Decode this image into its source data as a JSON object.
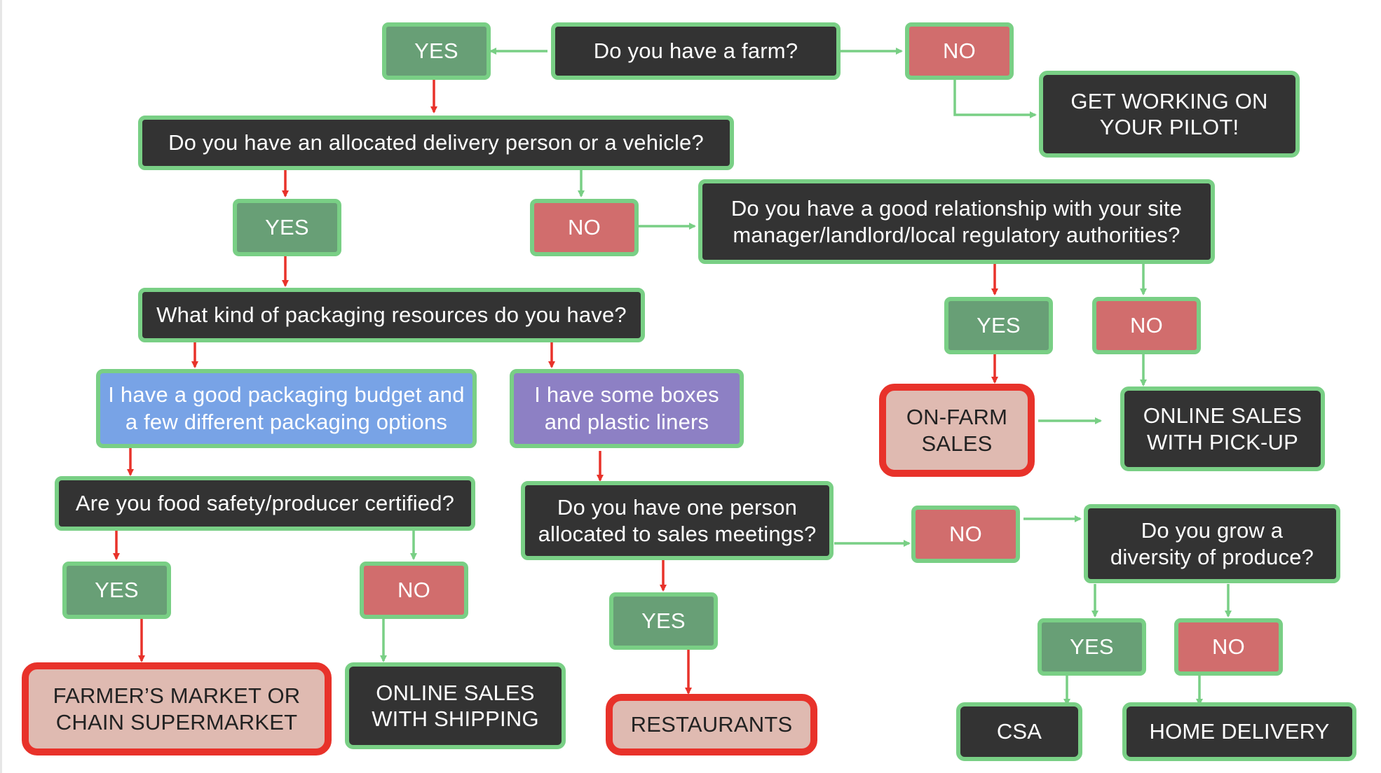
{
  "colors": {
    "question_fill": "#333333",
    "node_border": "#79cf85",
    "yes_fill": "#689f76",
    "no_fill": "#d16d6d",
    "highlight_fill": "#dfbab1",
    "highlight_border": "#e8322a",
    "blue_option": "#78a3e6",
    "purple_option": "#8d80c4",
    "arrow_red": "#e8322a",
    "arrow_green": "#79cf85"
  },
  "nodes": {
    "q_farm": "Do you have a farm?",
    "yes_farm": "YES",
    "no_farm": "NO",
    "r_pilot": "GET WORKING ON\nYOUR PILOT!",
    "q_delivery": "Do you have an allocated delivery person or a vehicle?",
    "yes_delivery": "YES",
    "no_delivery": "NO",
    "q_relationship": "Do you have a good relationship with your site\nmanager/landlord/local regulatory authorities?",
    "yes_relationship": "YES",
    "no_relationship": "NO",
    "r_onfarm": "ON-FARM\nSALES",
    "r_pickup": "ONLINE SALES\nWITH PICK-UP",
    "q_packaging": "What kind of packaging resources do you have?",
    "opt_budget": "I have a good packaging budget and\na few different packaging options",
    "opt_boxes": "I have some boxes\nand plastic liners",
    "q_certified": "Are you food safety/producer certified?",
    "yes_certified": "YES",
    "no_certified": "NO",
    "r_market": "FARMER’S MARKET OR\nCHAIN SUPERMARKET",
    "r_shipping": "ONLINE SALES\nWITH SHIPPING",
    "q_sales": "Do you have one person\nallocated to sales meetings?",
    "yes_sales": "YES",
    "no_sales": "NO",
    "r_restaurants": "RESTAURANTS",
    "q_diversity": "Do you grow a\ndiversity of produce?",
    "yes_diversity": "YES",
    "no_diversity": "NO",
    "r_csa": "CSA",
    "r_home": "HOME DELIVERY"
  }
}
